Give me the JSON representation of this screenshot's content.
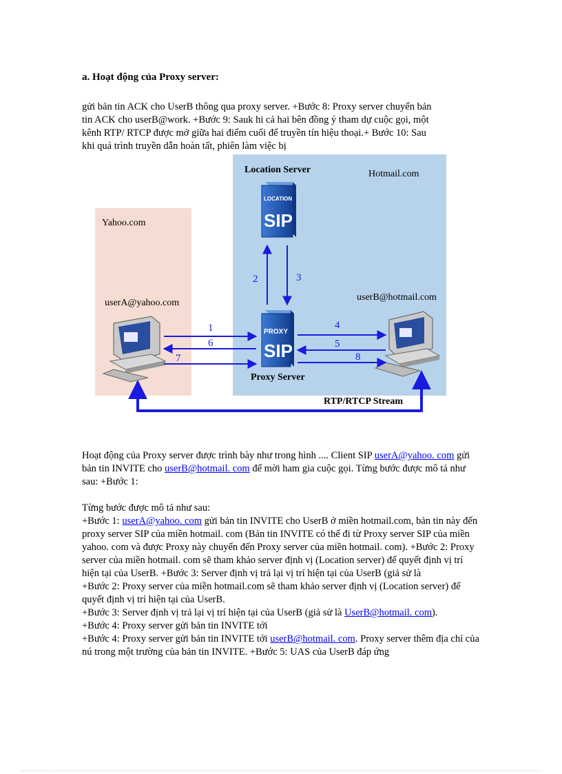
{
  "heading": "a. Hoạt động của Proxy server:",
  "intro_lines": [
    " gửi bản tin ACK cho UserB thông qua proxy server. +Bước 8: Proxy server chuyển bản",
    "tin ACK cho userB@work. +Bước 9: Sauk hi cả hai bên đồng ý tham dự cuộc gọi, một",
    "kênh RTP/ RTCP được mở giữa hai điểm cuối để truyền tín hiệu thoại.+ Bước 10: Sau",
    "khi quá trình truyền dẫn hoàn tất, phiên làm việc bị"
  ],
  "diagram": {
    "location_server_label": "Location Server",
    "hotmail_label": "Hotmail.com",
    "yahoo_label": "Yahoo.com",
    "usera_label": "userA@yahoo.com",
    "userb_label": "userB@hotmail.com",
    "proxy_server_label": "Proxy Server",
    "rtp_label": "RTP/RTCP Stream",
    "location_icon_top": "LOCATION",
    "proxy_icon_top": "PROXY",
    "sip_text": "SIP",
    "steps": [
      "1",
      "2",
      "3",
      "4",
      "5",
      "6",
      "7",
      "8"
    ],
    "colors": {
      "hotmail_bg": "#b7d3ec",
      "yahoo_bg": "#f5ddd3",
      "arrow": "#1a1ae0",
      "server": "#1f58b8"
    }
  },
  "para2": {
    "part1": "Hoạt động của Proxy server được trình bày như trong hình .... Client SIP ",
    "link1": "userA@yahoo. com",
    "part2": " gửi bản tin INVITE cho ",
    "link2": "userB@hotmail. com",
    "part3": " để mời ham gia cuộc gọi. Từng bước được mô tả như sau: +Bước 1:"
  },
  "para3": {
    "line1": "Từng bước được mô tả như sau:",
    "b1_pre": "+Bước 1: ",
    "b1_link": "userA@yahoo. com",
    "b1_post": " gửi bản tin INVITE cho UserB ở miền hotmail.com, bản tin này đến proxy server SIP của miền hotmail. com (Bản tin INVITE có thể đi từ Proxy server SIP của miền yahoo. com và được Proxy này chuyển đến Proxy server của miền hotmail. com). +Bước 2: Proxy server của miền hotmail. com sẽ tham khảo server định vị (Location server) để quyết định vị trí hiện tại của UserB. +Bước 3: Server định vị trả lại vị trí hiện tại của UserB (giả sử là",
    "b2": "+Bước 2: Proxy server của miền hotmail.com sẽ tham khảo server định vị (Location server) để quyết định vị trí hiện tại của UserB.",
    "b3_pre": "+Bước 3: Server định vị trả lại vị trí hiện tại của UserB (giả sử là ",
    "b3_link": "UserB@hotmail. com",
    "b3_post": ").",
    "b4a": "+Bước 4: Proxy server gửi bản tin INVITE tới",
    "b4_pre": "+Bước 4: Proxy server gửi bản tin INVITE tới ",
    "b4_link": "userB@hotmail. com",
    "b4_post": ". Proxy server thêm địa chỉ của nú trong một trường của bản tin INVITE. +Bước 5: UAS của UserB đáp ứng"
  }
}
